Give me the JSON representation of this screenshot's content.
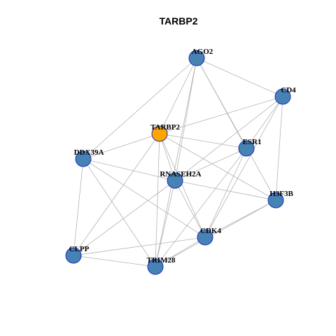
{
  "title": "TARBP2",
  "colors": {
    "node_default": "#4682b4",
    "node_focus": "#ffa500",
    "node_border": "#1f2fb8",
    "edge": "#b3b3b3"
  },
  "nodes": [
    {
      "id": "AGO2",
      "label": "AGO2",
      "focus": false
    },
    {
      "id": "CD4",
      "label": "CD4",
      "focus": false
    },
    {
      "id": "TARBP2",
      "label": "TARBP2",
      "focus": true
    },
    {
      "id": "ESR1",
      "label": "ESR1",
      "focus": false
    },
    {
      "id": "DDX39A",
      "label": "DDX39A",
      "focus": false
    },
    {
      "id": "RNASEH2A",
      "label": "RNASEH2A",
      "focus": false
    },
    {
      "id": "H3F3B",
      "label": "H3F3B",
      "focus": false
    },
    {
      "id": "CDK4",
      "label": "CDK4",
      "focus": false
    },
    {
      "id": "CLPP",
      "label": "CLPP",
      "focus": false
    },
    {
      "id": "TRIM28",
      "label": "TRIM28",
      "focus": false
    }
  ],
  "edges": [
    [
      "AGO2",
      "CD4"
    ],
    [
      "AGO2",
      "TARBP2"
    ],
    [
      "AGO2",
      "DDX39A"
    ],
    [
      "AGO2",
      "RNASEH2A"
    ],
    [
      "AGO2",
      "ESR1"
    ],
    [
      "AGO2",
      "H3F3B"
    ],
    [
      "AGO2",
      "TRIM28"
    ],
    [
      "CD4",
      "TARBP2"
    ],
    [
      "CD4",
      "ESR1"
    ],
    [
      "CD4",
      "RNASEH2A"
    ],
    [
      "CD4",
      "H3F3B"
    ],
    [
      "CD4",
      "CDK4"
    ],
    [
      "TARBP2",
      "DDX39A"
    ],
    [
      "TARBP2",
      "ESR1"
    ],
    [
      "TARBP2",
      "RNASEH2A"
    ],
    [
      "TARBP2",
      "H3F3B"
    ],
    [
      "TARBP2",
      "CDK4"
    ],
    [
      "TARBP2",
      "CLPP"
    ],
    [
      "TARBP2",
      "TRIM28"
    ],
    [
      "ESR1",
      "RNASEH2A"
    ],
    [
      "ESR1",
      "CDK4"
    ],
    [
      "ESR1",
      "TRIM28"
    ],
    [
      "DDX39A",
      "RNASEH2A"
    ],
    [
      "DDX39A",
      "CDK4"
    ],
    [
      "DDX39A",
      "CLPP"
    ],
    [
      "DDX39A",
      "TRIM28"
    ],
    [
      "RNASEH2A",
      "H3F3B"
    ],
    [
      "RNASEH2A",
      "CDK4"
    ],
    [
      "RNASEH2A",
      "CLPP"
    ],
    [
      "RNASEH2A",
      "TRIM28"
    ],
    [
      "H3F3B",
      "CDK4"
    ],
    [
      "H3F3B",
      "TRIM28"
    ],
    [
      "CDK4",
      "CLPP"
    ],
    [
      "CDK4",
      "TRIM28"
    ],
    [
      "CLPP",
      "TRIM28"
    ]
  ]
}
